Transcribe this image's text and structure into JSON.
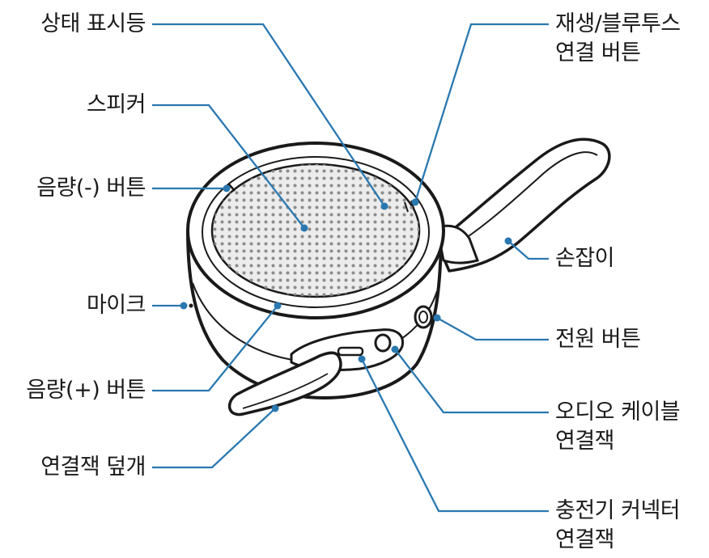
{
  "colors": {
    "leader": "#2a78b0",
    "outline": "#1a1a1a",
    "body_fill": "#ffffff",
    "grille_fill": "#ececec",
    "grille_dot": "#8c8c8c"
  },
  "labels": {
    "status_led": "상태 표시등",
    "speaker": "스피커",
    "volume_down": "음량(-) 버튼",
    "microphone": "마이크",
    "volume_up": "음량(+) 버튼",
    "port_cover": "연결잭 덮개",
    "play_bt": [
      "재생/블루투스",
      "연결 버튼"
    ],
    "handle": "손잡이",
    "power": "전원 버튼",
    "audio_jack": [
      "오디오 케이블",
      "연결잭"
    ],
    "charger": [
      "충전기 커넥터",
      "연결잭"
    ]
  }
}
